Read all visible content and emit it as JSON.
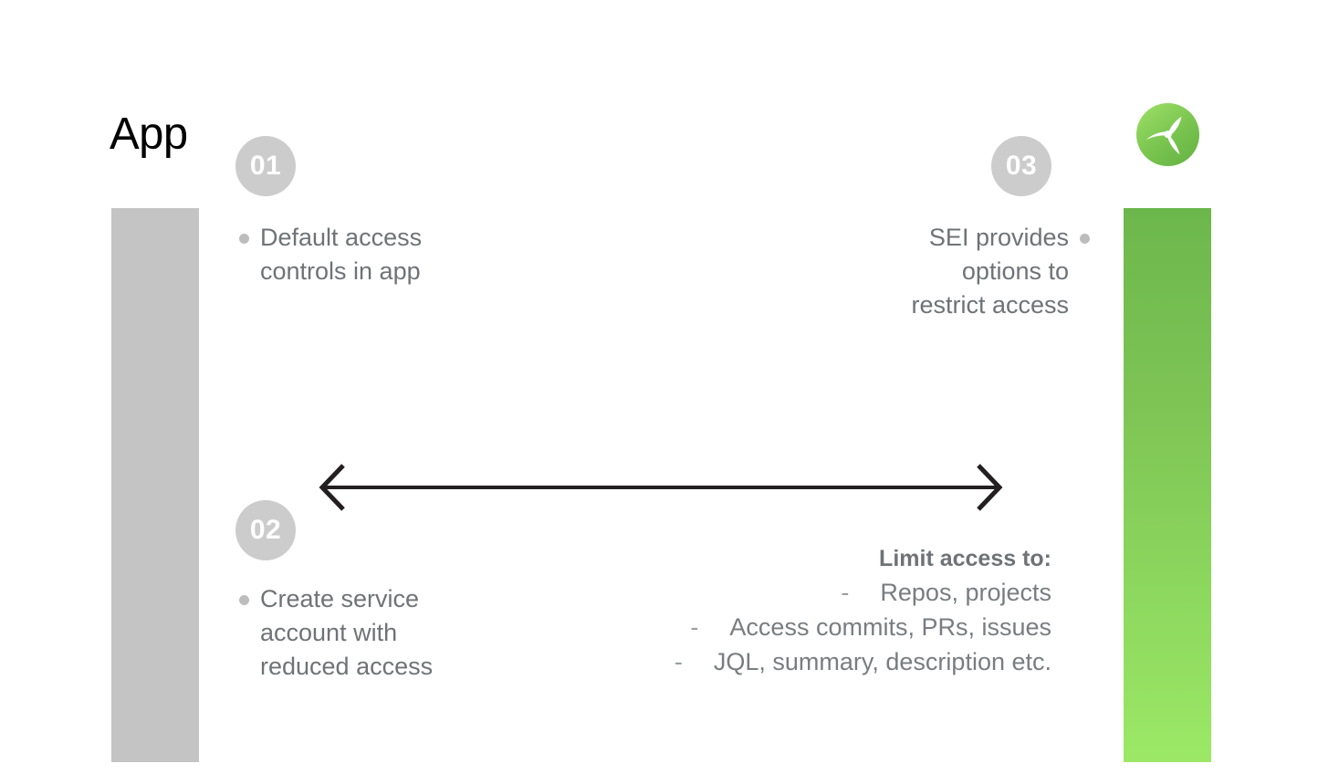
{
  "title": "App",
  "colors": {
    "accent_green_top": "#6cb74c",
    "accent_green_bottom": "#9ce866",
    "bar_gray": "#c4c4c4",
    "badge_gray": "#cccccc",
    "body_text": "#6f7376",
    "title_text": "#000000",
    "arrow": "#231f20"
  },
  "bars": {
    "left_bar_name": "app-column",
    "right_bar_name": "sei-column"
  },
  "steps": [
    {
      "number": "01",
      "text": "Default access\ncontrols in app",
      "align": "left"
    },
    {
      "number": "02",
      "text": "Create service\naccount with\nreduced access",
      "align": "left"
    },
    {
      "number": "03",
      "text": "SEI provides\noptions to\nrestrict access",
      "align": "right"
    }
  ],
  "arrow": {
    "name": "bidirectional-arrow",
    "direction": "both"
  },
  "limit_access": {
    "heading": "Limit access to:",
    "dash": "-",
    "items": [
      "Repos, projects",
      "Access commits, PRs, issues",
      "JQL, summary, description etc."
    ]
  },
  "logo": {
    "name": "sei-propeller-logo",
    "shape": "three-blade-propeller-in-green-circle"
  }
}
